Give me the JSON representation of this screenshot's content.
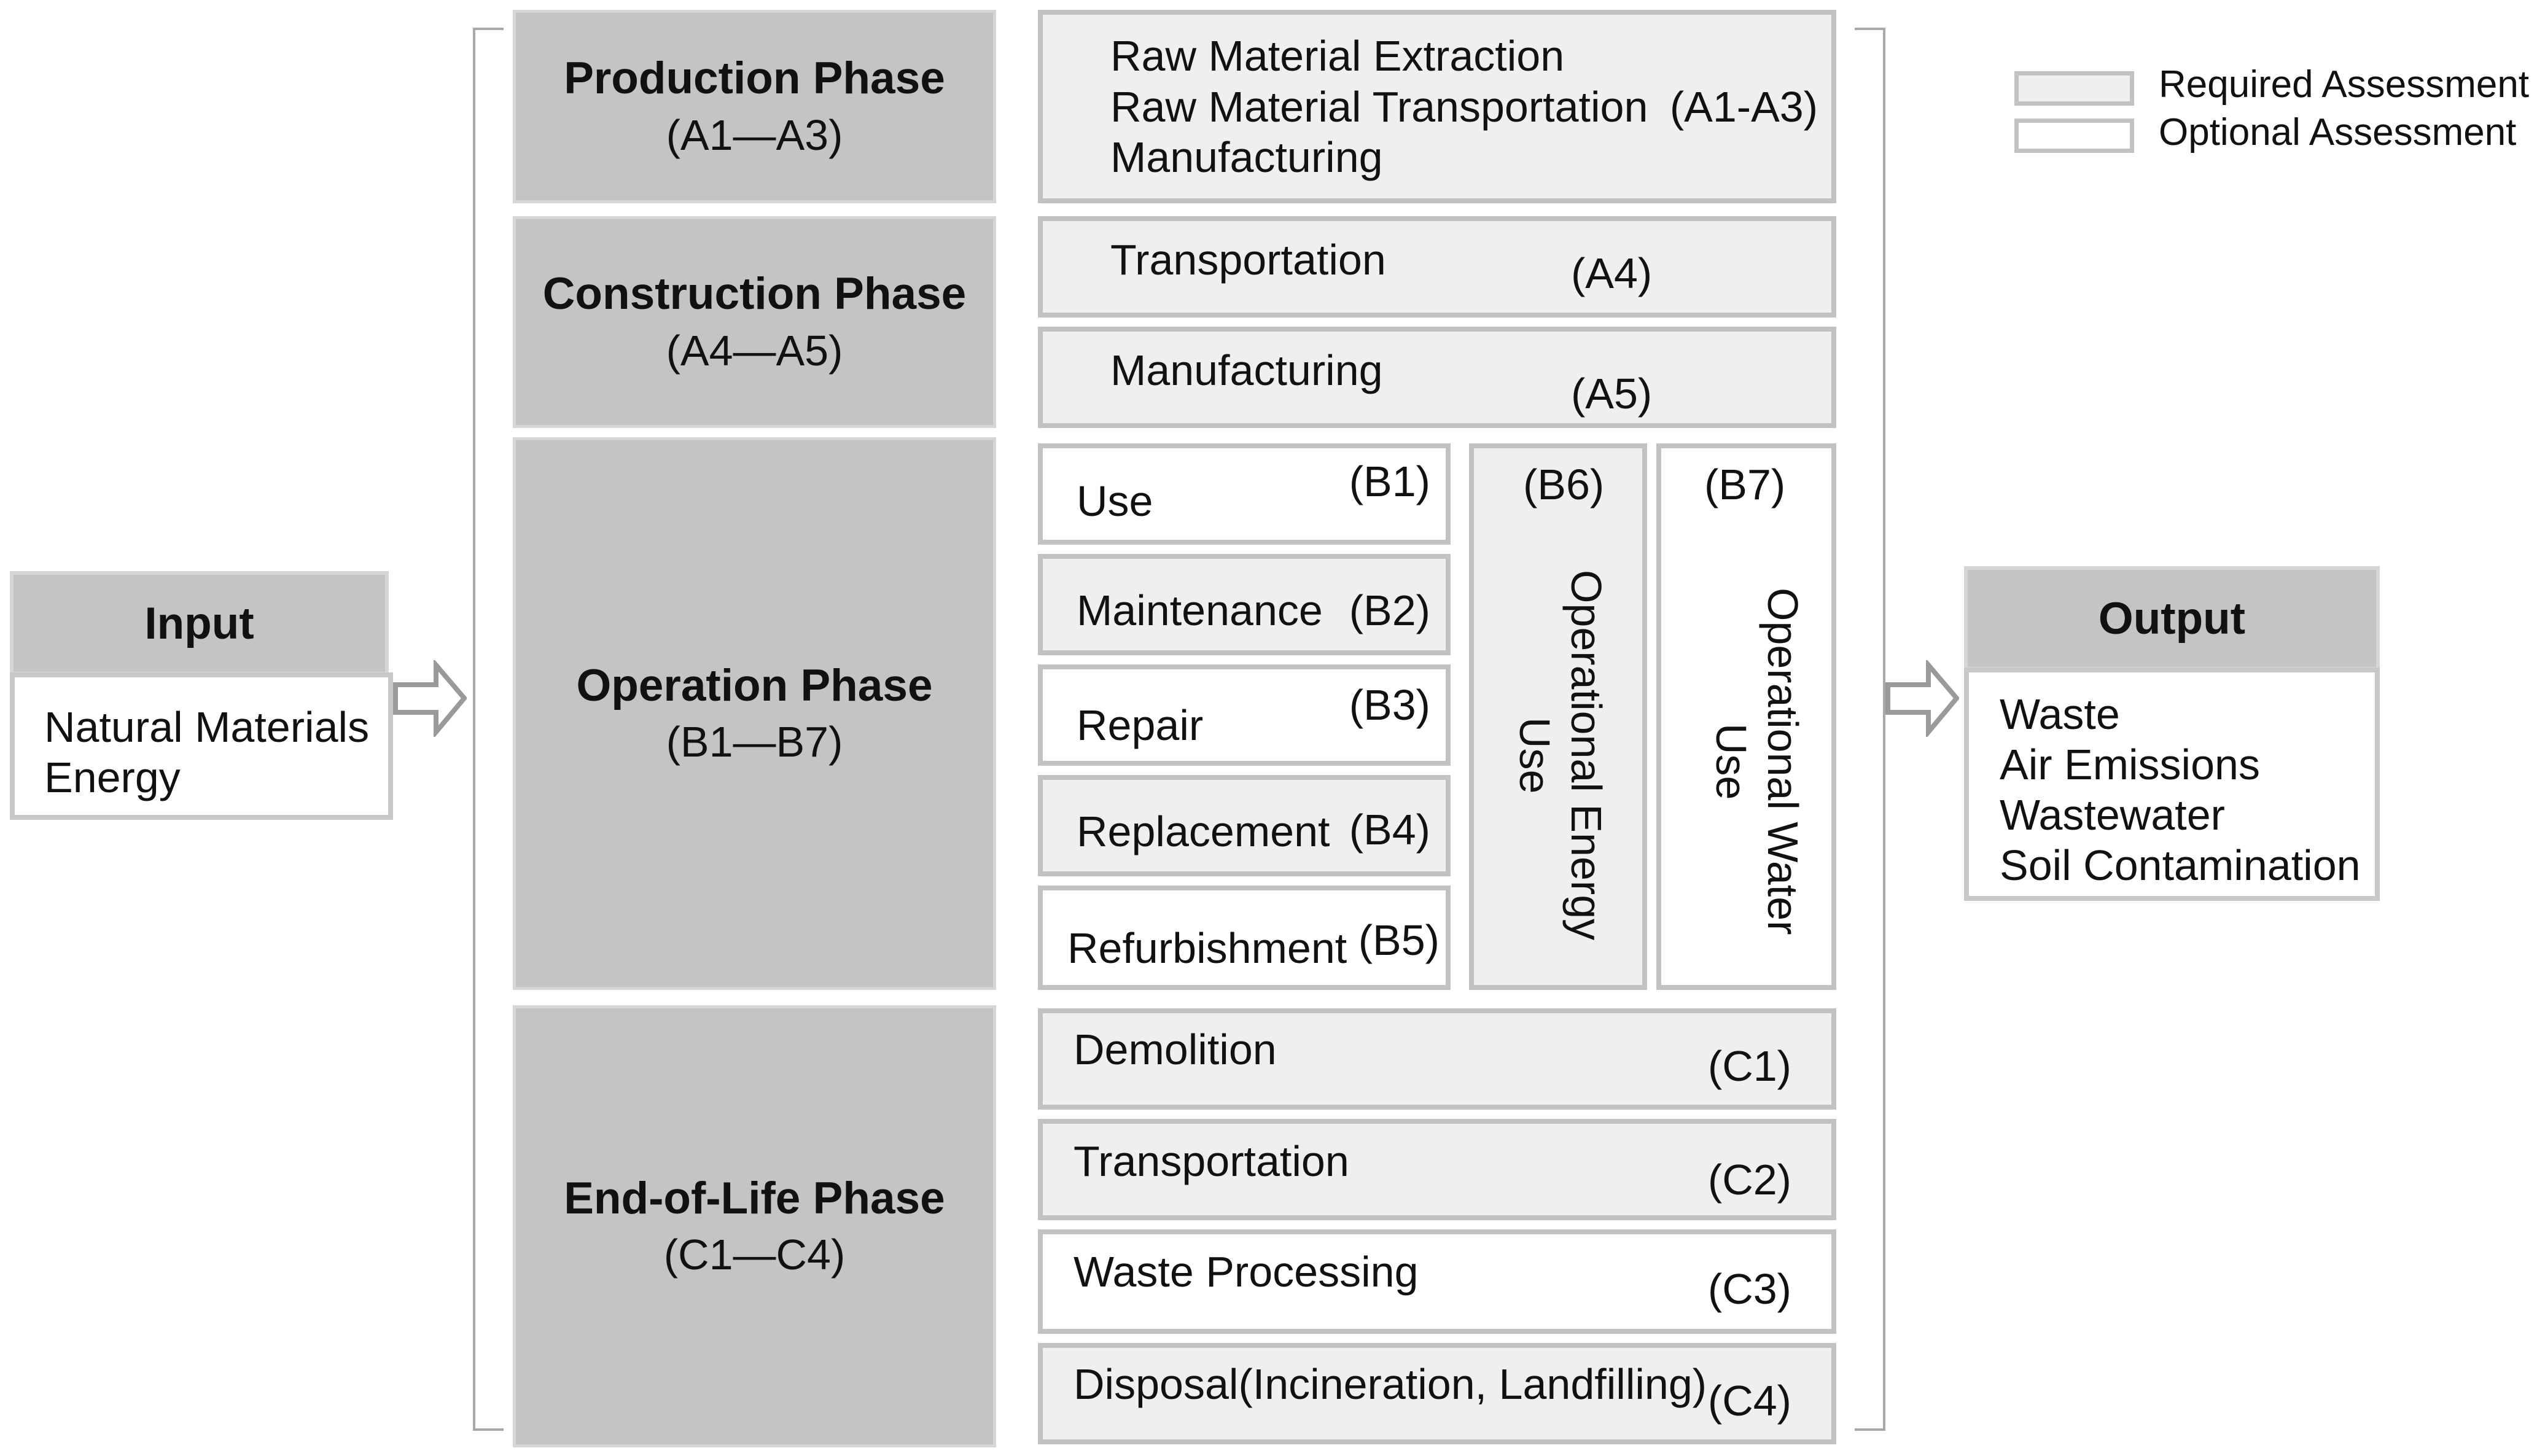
{
  "legend": {
    "required_label": "Required Assessment",
    "optional_label": "Optional Assessment",
    "required_color": "#efefef",
    "optional_color": "#ffffff"
  },
  "input": {
    "title": "Input",
    "items": [
      "Natural Materials",
      "Energy"
    ]
  },
  "output": {
    "title": "Output",
    "items": [
      "Waste",
      "Air Emissions",
      "Wastewater",
      "Soil Contamination"
    ]
  },
  "phases": {
    "production": {
      "title": "Production Phase",
      "code": "(A1—A3)"
    },
    "construction": {
      "title": "Construction Phase",
      "code": "(A4—A5)"
    },
    "operation": {
      "title": "Operation Phase",
      "code": "(B1—B7)"
    },
    "end_of_life": {
      "title": "End-of-Life Phase",
      "code": "(C1—C4)"
    }
  },
  "stages": {
    "a1_a3": {
      "lines": [
        "Raw Material  Extraction",
        "Raw Material  Transportation",
        "Manufacturing"
      ],
      "code": "(A1-A3)"
    },
    "a4": {
      "label": "Transportation",
      "code": "(A4)"
    },
    "a5": {
      "label": "Manufacturing",
      "code": "(A5)"
    },
    "b1": {
      "label": "Use",
      "code": "(B1)"
    },
    "b2": {
      "label": "Maintenance",
      "code": "(B2)"
    },
    "b3": {
      "label": "Repair",
      "code": "(B3)"
    },
    "b4": {
      "label": "Replacement",
      "code": "(B4)"
    },
    "b5": {
      "label": "Refurbishment",
      "code": "(B5)"
    },
    "b6": {
      "lines": [
        "Operational Energy",
        "Use"
      ],
      "code": "(B6)"
    },
    "b7": {
      "lines": [
        "Operational Water",
        "Use"
      ],
      "code": "(B7)"
    },
    "c1": {
      "label": "Demolition",
      "code": "(C1)"
    },
    "c2": {
      "label": "Transportation",
      "code": "(C2)"
    },
    "c3": {
      "label": "Waste Processing",
      "code": "(C3)"
    },
    "c4": {
      "label": "Disposal(Incineration,  Landfilling)",
      "code": "(C4)"
    }
  }
}
